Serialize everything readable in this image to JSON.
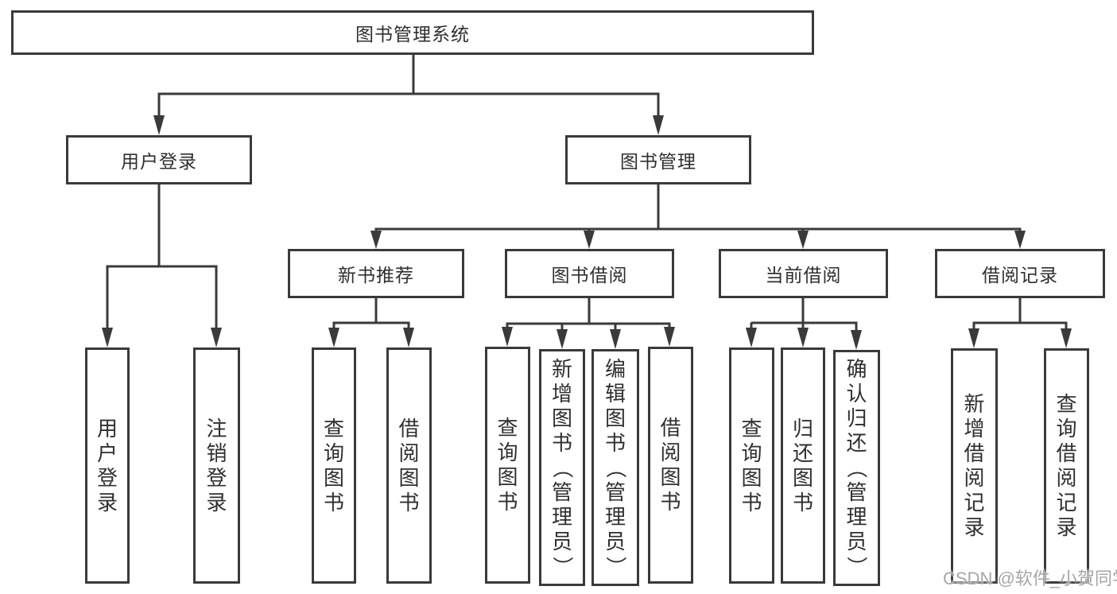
{
  "tree": {
    "label": "图书管理系统",
    "children": [
      {
        "label": "用户登录",
        "children": [
          {
            "label": "用户登录"
          },
          {
            "label": "注销登录"
          }
        ]
      },
      {
        "label": "图书管理",
        "children": [
          {
            "label": "新书推荐",
            "children": [
              {
                "label": "查询图书"
              },
              {
                "label": "借阅图书"
              }
            ]
          },
          {
            "label": "图书借阅",
            "children": [
              {
                "label": "查询图书"
              },
              {
                "label": "新增图书（管理员）"
              },
              {
                "label": "编辑图书（管理员）"
              },
              {
                "label": "借阅图书"
              }
            ]
          },
          {
            "label": "当前借阅",
            "children": [
              {
                "label": "查询图书"
              },
              {
                "label": "归还图书"
              },
              {
                "label": "确认归还（管理员）"
              }
            ]
          },
          {
            "label": "借阅记录",
            "children": [
              {
                "label": "新增借阅记录"
              },
              {
                "label": "查询借阅记录"
              }
            ]
          }
        ]
      }
    ]
  },
  "watermark": "CSDN @软件_小贺同学",
  "colors": {
    "line": "#3a3a3a",
    "text": "#2f2f2f",
    "box_background": "#ffffff",
    "watermark": "#a6a6a6",
    "page_background": "#ffffff"
  }
}
